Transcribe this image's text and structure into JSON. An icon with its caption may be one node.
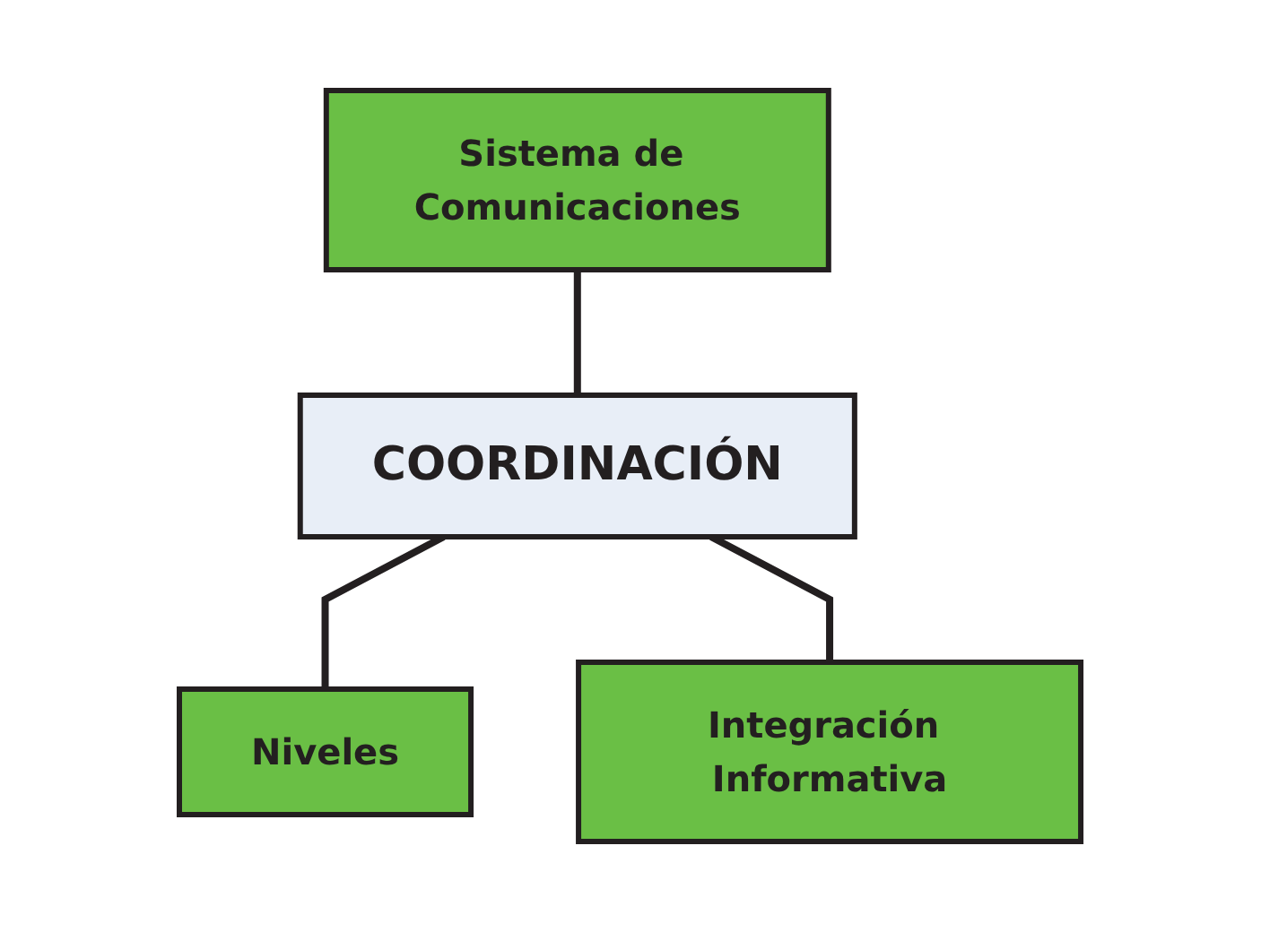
{
  "diagram": {
    "nodes": [
      {
        "text": [
          "Sistema de Comunicaciones"
        ]
      },
      {
        "text": [
          "COORDINACIÓN"
        ]
      },
      {
        "text": [
          "Niveles"
        ]
      },
      {
        "text": [
          "Integración Informativa"
        ]
      }
    ],
    "edges": [
      {
        "from": 0,
        "to": 1,
        "arrow": "none"
      },
      {
        "from": 1,
        "to": 2,
        "arrow": "none"
      },
      {
        "from": 1,
        "to": 3,
        "arrow": "none"
      }
    ]
  }
}
